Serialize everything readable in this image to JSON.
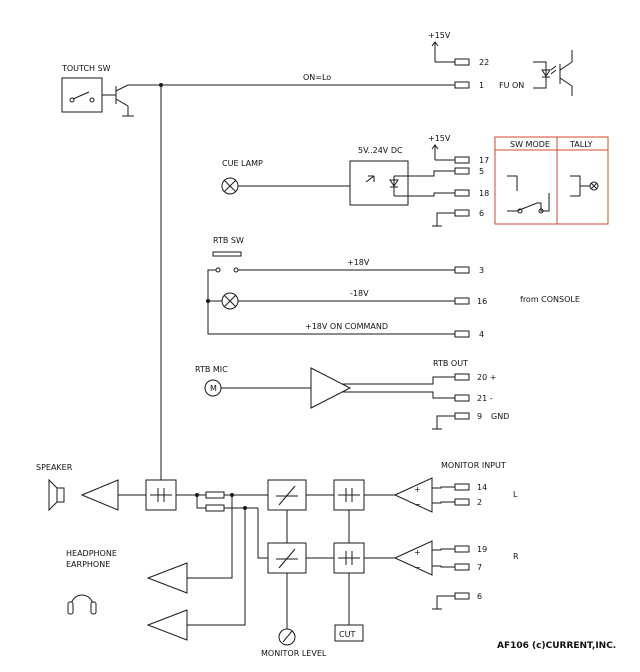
{
  "labels": {
    "touch_sw": "TOUTCH SW",
    "on_lo": "ON=Lo",
    "fu_on": "FU ON",
    "plus15v_top": "+15V",
    "plus15v_mid": "+15V",
    "v5_24": "5V..24V DC",
    "cue_lamp": "CUE LAMP",
    "sw_mode": "SW MODE",
    "tally": "TALLY",
    "rtb_sw": "RTB SW",
    "plus18v": "+18V",
    "minus18v": "-18V",
    "plus18v_cmd": "+18V ON COMMAND",
    "from_console": "from CONSOLE",
    "rtb_mic": "RTB MIC",
    "mic_glyph": "M",
    "rtb_out": "RTB OUT",
    "gnd": "GND",
    "speaker": "SPEAKER",
    "monitor_input": "MONITOR INPUT",
    "ch_l": "L",
    "ch_r": "R",
    "headphone": "HEADPHONE",
    "earphone": "EARPHONE",
    "monitor_level": "MONITOR LEVEL",
    "cut": "CUT",
    "credit": "AF106 (c)CURRENT,INC.",
    "pin22": "22",
    "pin1": "1",
    "pin17": "17",
    "pin5": "5",
    "pin18": "18",
    "pin6a": "6",
    "pin3": "3",
    "pin16": "16",
    "pin4": "4",
    "pin20": "20 +",
    "pin21": "21 -",
    "pin9": "9",
    "pin14": "14",
    "pin2": "2",
    "pin19": "19",
    "pin7": "7",
    "pin6b": "6",
    "plus_l": "+",
    "minus_l": "−",
    "plus_r": "+",
    "minus_r": "−"
  },
  "colors": {
    "line": "#1a1a1a",
    "sw_mode_frame": "#d9452a"
  },
  "icons": [
    "touch-switch-icon",
    "transistor-icon",
    "optocoupler-icon",
    "lamp-icon",
    "microphone-icon",
    "speaker-icon",
    "headphone-icon",
    "amplifier-icon",
    "vca-icon",
    "filter-icon",
    "potentiometer-icon",
    "ground-icon",
    "terminal-icon"
  ]
}
